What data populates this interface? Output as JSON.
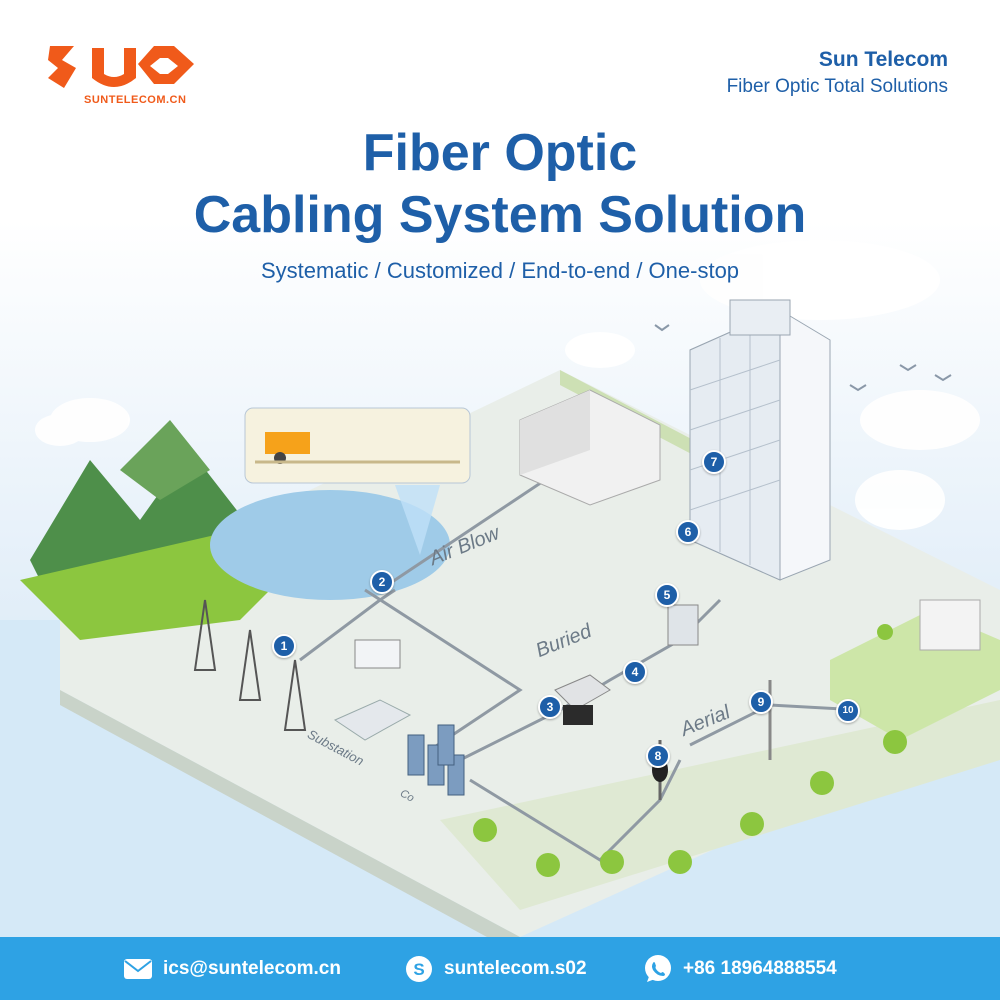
{
  "logo": {
    "url_text": "SUNTELECOM.CN",
    "brand_color": "#f05a1a"
  },
  "header": {
    "company": "Sun Telecom",
    "tagline": "Fiber Optic Total Solutions"
  },
  "title": {
    "line1": "Fiber Optic",
    "line2": "Cabling System Solution"
  },
  "subtitle": "Systematic / Customized / End-to-end / One-stop",
  "scene": {
    "labels": {
      "air_blow": "Air Blow",
      "buried": "Buried",
      "aerial": "Aerial",
      "substation": "Substation",
      "co": "Co"
    },
    "markers": [
      "1",
      "2",
      "3",
      "4",
      "5",
      "6",
      "7",
      "8",
      "9",
      "10"
    ]
  },
  "footer": {
    "email": "ics@suntelecom.cn",
    "skype": "suntelecom.s02",
    "phone": "+86 18964888554",
    "background_color": "#2ea2e4"
  },
  "colors": {
    "primary_text": "#1e5fa8",
    "route_line": "#8f99a3",
    "grass": "#8cc63f"
  }
}
